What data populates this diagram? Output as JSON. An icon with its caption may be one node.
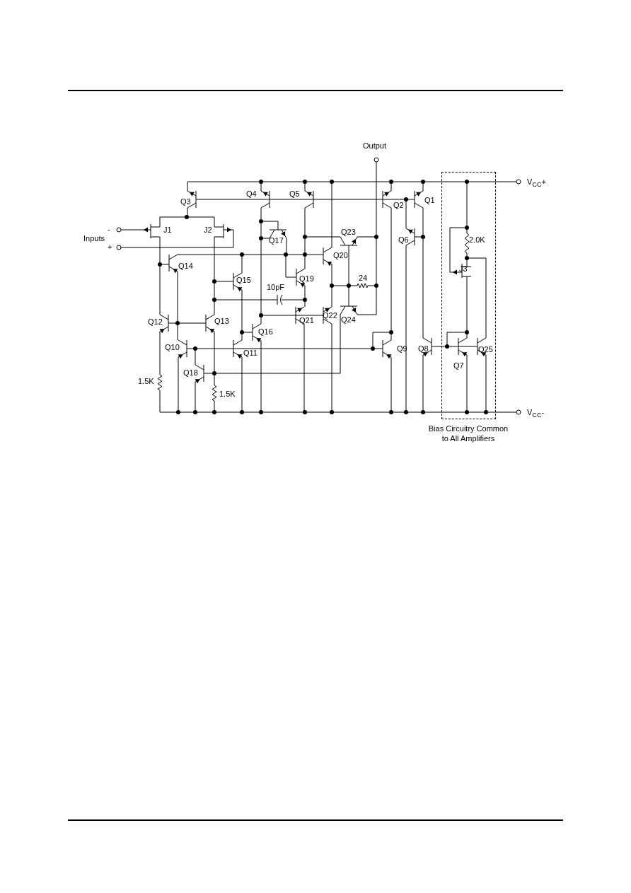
{
  "diagram": {
    "nodes": [
      {
        "text": [
          "Bias Circuitry Common to All Amplifiers"
        ]
      }
    ],
    "labels": [
      "Output",
      "Q4",
      "Q5",
      "Q3",
      "Q2",
      "Q1",
      "Inputs",
      "-",
      "J1",
      "J2",
      "Q17",
      "Q23",
      "Q6",
      "2.0K",
      "+",
      "Q20",
      "Q14",
      "J3",
      "Q15",
      "Q19",
      "10pF",
      "24",
      "Q12",
      "Q13",
      "Q21",
      "Q22",
      "Q16",
      "Q24",
      "Q10",
      "Q11",
      "Q9",
      "Q8",
      "Q25",
      "Q18",
      "Q7",
      "1.5K",
      "1.5K",
      "V$_{CC}$+",
      "V$_{CC}$-"
    ]
  }
}
